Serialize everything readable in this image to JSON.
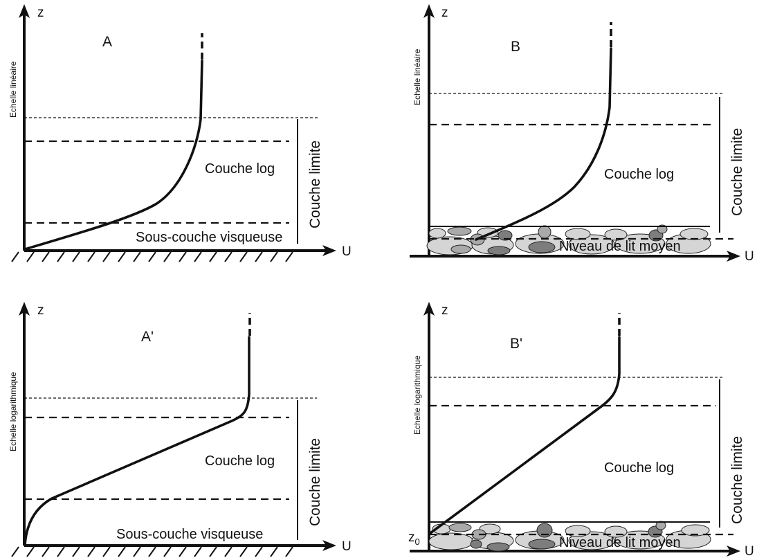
{
  "panels": {
    "A": {
      "letter": "A",
      "axis_z": "z",
      "axis_u": "U",
      "scale_label": "Echelle linéaire",
      "layer_log": "Couche log",
      "layer_viscous": "Sous-couche visqueuse",
      "boundary": "Couche  limite"
    },
    "B": {
      "letter": "B",
      "axis_z": "z",
      "axis_u": "U",
      "scale_label": "Echelle linéaire",
      "layer_log": "Couche log",
      "bed_level": "Niveau de lit moyen",
      "boundary": "Couche  limite"
    },
    "A_prime": {
      "letter": "A'",
      "axis_z": "z",
      "axis_u": "U",
      "scale_label": "Echelle logarithmique",
      "layer_log": "Couche log",
      "layer_viscous": "Sous-couche visqueuse",
      "boundary": "Couche  limite"
    },
    "B_prime": {
      "letter": "B'",
      "axis_z": "z",
      "axis_u": "U",
      "scale_label": "Echelle logarithmique",
      "layer_log": "Couche log",
      "bed_level": "Niveau de lit moyen",
      "boundary": "Couche  limite",
      "z0_base": "z",
      "z0_sub": "0"
    }
  }
}
